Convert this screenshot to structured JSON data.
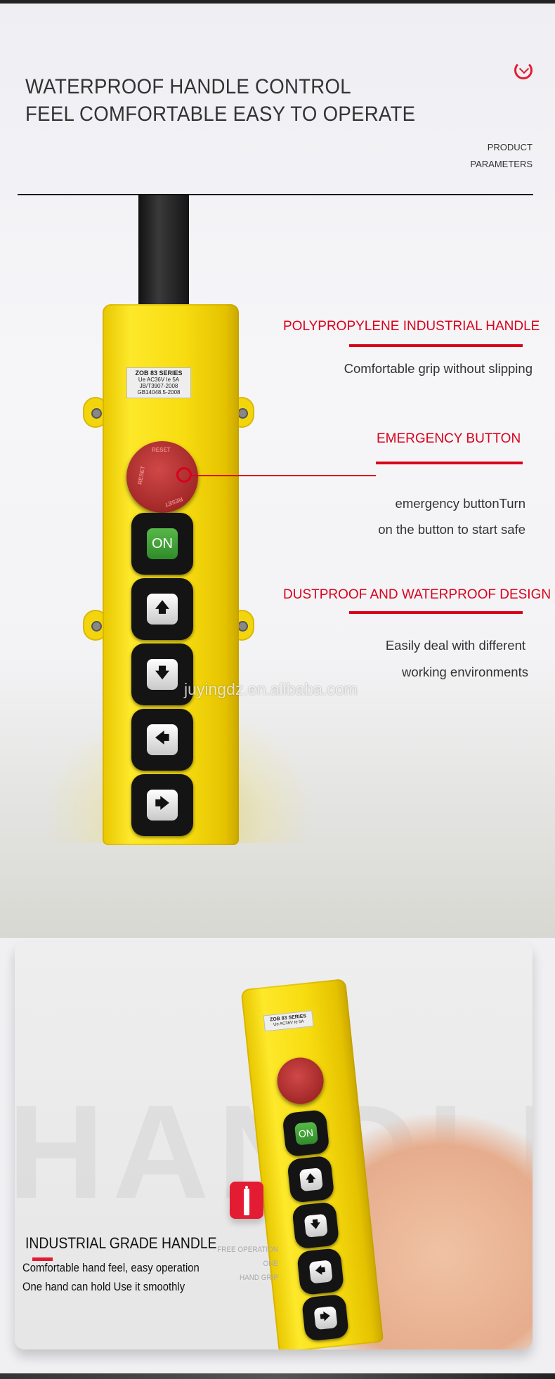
{
  "header": {
    "title_lines": [
      "WATERPROOF HANDLE CONTROL",
      "FEEL COMFORTABLE EASY TO OPERATE"
    ],
    "side_label_lines": [
      "PRODUCT",
      "PARAMETERS"
    ],
    "logo_icon": "v-circle-logo"
  },
  "features": [
    {
      "heading": "POLYPROPYLENE INDUSTRIAL HANDLE",
      "lines": [
        "Comfortable grip without slipping"
      ]
    },
    {
      "heading": "EMERGENCY BUTTON",
      "lines": [
        "emergency buttonTurn",
        "on the button to start   safe"
      ]
    },
    {
      "heading": "DUSTPROOF AND WATERPROOF DESIGN",
      "lines": [
        "Easily deal with different",
        "working environments"
      ]
    }
  ],
  "pendant": {
    "label_lines": [
      "ZOB 83 SERIES",
      "Ue AC36V  Ie 5A",
      "JB/T3907-2008",
      "GB14048.5-2008"
    ],
    "estop_text": "RESET",
    "buttons": [
      {
        "name": "on",
        "text": "ON"
      },
      {
        "name": "up",
        "text": "🡅"
      },
      {
        "name": "down",
        "text": "🡇"
      },
      {
        "name": "left",
        "text": "🡄"
      },
      {
        "name": "right",
        "text": "🡆"
      }
    ]
  },
  "watermark": "juyingdz.en.alibaba.com",
  "card": {
    "background_word": "HANDLE",
    "heading": "INDUSTRIAL GRADE HANDLE",
    "lines": [
      "Comfortable hand feel, easy operation",
      "One hand can hold Use it smoothly"
    ],
    "note_lines": [
      "FREE OPERATION ONE",
      "HAND GRIP"
    ],
    "icon": "pendant-remote-icon"
  },
  "colors": {
    "accent": "#d9001b",
    "pendant_yellow": "#f7dc10",
    "button_green": "#3d9b35"
  }
}
